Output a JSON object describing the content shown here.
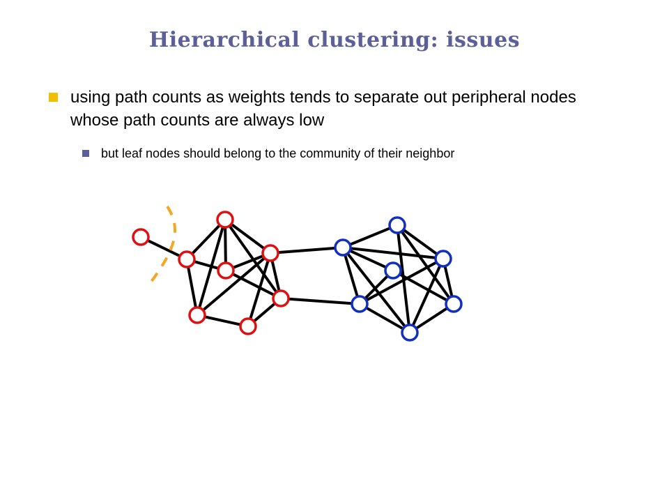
{
  "slide": {
    "title": "Hierarchical clustering: issues",
    "bullets": [
      {
        "level": 1,
        "text": "using path counts as weights tends to separate out peripheral nodes whose path counts are always low"
      },
      {
        "level": 2,
        "text": "but leaf nodes should belong to the community of their neighbor"
      }
    ]
  },
  "colors": {
    "title": "#5c5f98",
    "bullet_l1": "#f0c000",
    "bullet_l2": "#5c5f98",
    "community_red": "#e01010",
    "community_blue": "#1030c0",
    "cut_line": "#f5a623",
    "edge": "#000000"
  },
  "graph": {
    "communities": [
      "red",
      "blue"
    ],
    "nodes": [
      {
        "id": "r0",
        "community": "red"
      },
      {
        "id": "r1",
        "community": "red"
      },
      {
        "id": "r2",
        "community": "red"
      },
      {
        "id": "r3",
        "community": "red"
      },
      {
        "id": "r4",
        "community": "red"
      },
      {
        "id": "r5",
        "community": "red"
      },
      {
        "id": "r6",
        "community": "red"
      },
      {
        "id": "r7",
        "community": "red"
      },
      {
        "id": "b0",
        "community": "blue"
      },
      {
        "id": "b1",
        "community": "blue"
      },
      {
        "id": "b2",
        "community": "blue"
      },
      {
        "id": "b3",
        "community": "blue"
      },
      {
        "id": "b4",
        "community": "blue"
      },
      {
        "id": "b5",
        "community": "blue"
      },
      {
        "id": "b6",
        "community": "blue"
      }
    ],
    "edges": [
      [
        "r0",
        "r1"
      ],
      [
        "r1",
        "r2"
      ],
      [
        "r1",
        "r3"
      ],
      [
        "r1",
        "r5"
      ],
      [
        "r2",
        "r5"
      ],
      [
        "r2",
        "r3"
      ],
      [
        "r2",
        "r4"
      ],
      [
        "r2",
        "r6"
      ],
      [
        "r3",
        "r4"
      ],
      [
        "r3",
        "r6"
      ],
      [
        "r4",
        "r6"
      ],
      [
        "r6",
        "r7"
      ],
      [
        "r5",
        "r7"
      ],
      [
        "r4",
        "r5"
      ],
      [
        "r7",
        "r4"
      ],
      [
        "r4",
        "b0"
      ],
      [
        "r6",
        "b2"
      ],
      [
        "b0",
        "b1"
      ],
      [
        "b0",
        "b3"
      ],
      [
        "b0",
        "b4"
      ],
      [
        "b0",
        "b2"
      ],
      [
        "b0",
        "b5"
      ],
      [
        "b1",
        "b4"
      ],
      [
        "b1",
        "b6"
      ],
      [
        "b1",
        "b5"
      ],
      [
        "b3",
        "b2"
      ],
      [
        "b3",
        "b6"
      ],
      [
        "b4",
        "b6"
      ],
      [
        "b4",
        "b2"
      ],
      [
        "b4",
        "b5"
      ],
      [
        "b2",
        "b5"
      ],
      [
        "b5",
        "b6"
      ]
    ],
    "cut": {
      "description_visible": false,
      "separates_node": "r0"
    }
  }
}
